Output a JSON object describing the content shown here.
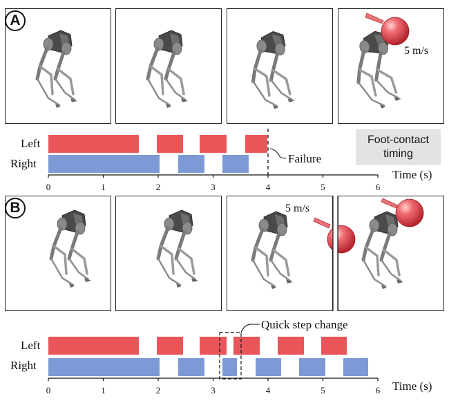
{
  "panel_a": {
    "badge": "A",
    "speed_label": "5 m/s",
    "row_left": "Left",
    "row_right": "Right",
    "failure_label": "Failure",
    "legend_line1": "Foot-contact",
    "legend_line2": "timing",
    "xlabel": "Time (s)",
    "ticks": [
      "0",
      "1",
      "2",
      "3",
      "4",
      "5",
      "6"
    ],
    "left_contacts": [
      [
        0,
        1.65
      ],
      [
        1.97,
        2.45
      ],
      [
        2.76,
        3.24
      ],
      [
        3.58,
        3.99
      ]
    ],
    "right_contacts": [
      [
        0,
        2.03
      ],
      [
        2.37,
        2.84
      ],
      [
        3.17,
        3.65
      ]
    ],
    "failure_time": 4.0
  },
  "panel_b": {
    "badge": "B",
    "speed_label": "5 m/s",
    "row_left": "Left",
    "row_right": "Right",
    "annotation": "Quick step change",
    "xlabel": "Time (s)",
    "ticks": [
      "0",
      "1",
      "2",
      "3",
      "4",
      "5",
      "6"
    ],
    "left_contacts": [
      [
        0,
        1.65
      ],
      [
        1.97,
        2.45
      ],
      [
        2.76,
        3.24
      ],
      [
        3.37,
        3.85
      ],
      [
        4.17,
        4.65
      ],
      [
        4.97,
        5.44
      ]
    ],
    "right_contacts": [
      [
        0,
        2.03
      ],
      [
        2.37,
        2.84
      ],
      [
        3.17,
        3.43
      ],
      [
        3.77,
        4.24
      ],
      [
        4.57,
        5.04
      ],
      [
        5.37,
        5.83
      ]
    ]
  },
  "colors": {
    "left": "#e8565a",
    "right": "#7d9ad6",
    "ball": "#e03c45"
  }
}
